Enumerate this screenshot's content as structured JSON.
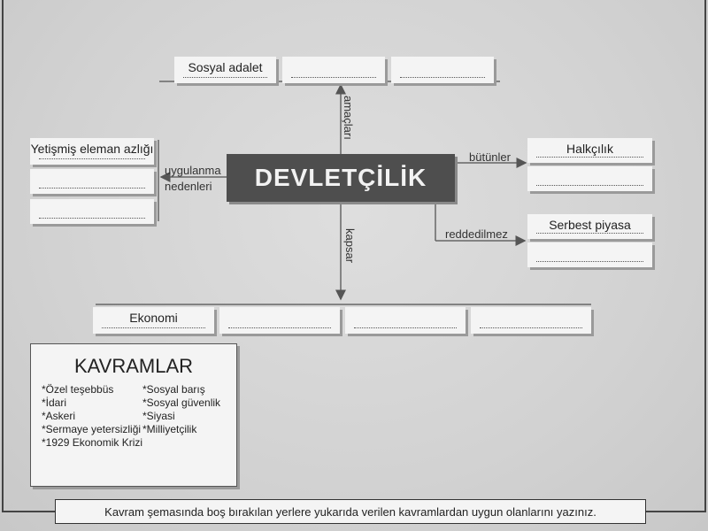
{
  "diagram": {
    "center": "DEVLETÇİLİK",
    "edges": {
      "amaclari": "amaçları",
      "uygulanma": "uygulanma",
      "nedenleri": "nedenleri",
      "butunler": "bütünler",
      "reddedilmez": "reddedilmez",
      "kapsar": "kapsar"
    },
    "top_boxes": [
      "Sosyal adalet",
      "",
      ""
    ],
    "left_boxes": [
      "Yetişmiş eleman azlığı",
      "",
      ""
    ],
    "right_top_boxes": [
      "Halkçılık",
      ""
    ],
    "right_bottom_boxes": [
      "Serbest piyasa",
      ""
    ],
    "bottom_boxes": [
      "Ekonomi",
      "",
      "",
      ""
    ]
  },
  "kavramlar": {
    "title": "KAVRAMLAR",
    "col1": [
      "*Özel teşebbüs",
      "*İdari",
      "*Askeri",
      "*Sermaye yetersizliği",
      "*1929 Ekonomik Krizi"
    ],
    "col2": [
      "*Sosyal barış",
      "*Sosyal güvenlik",
      "*Siyasi",
      "*Milliyetçilik"
    ]
  },
  "instruction": "Kavram şemasında boş bırakılan yerlere yukarıda verilen kavramlardan uygun olanlarını yazınız."
}
